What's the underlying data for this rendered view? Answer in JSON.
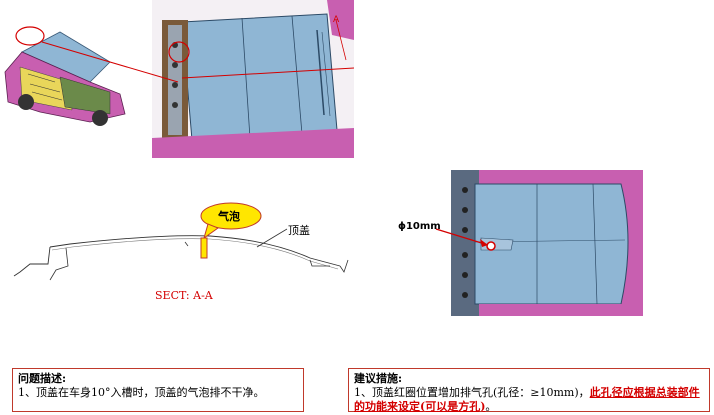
{
  "section_label": "SECT: A-A",
  "bubble_label": "气泡",
  "roof_label": "顶盖",
  "hole_label": "ϕ10mm",
  "problem": {
    "title": "问题描述:",
    "text": "1、顶盖在车身10°入槽时，顶盖的气泡排不干净。"
  },
  "suggestion": {
    "title": "建议措施:",
    "text_plain": "1、顶盖红圈位置增加排气孔(孔径：≥10mm)，",
    "text_emphasis": "此孔径应根据总装部件的功能来设定(可以是方孔)",
    "text_end": "。"
  },
  "colors": {
    "accent_red": "#d40000",
    "roof_blue": "#8fb6d4",
    "body_magenta": "#c85fb0",
    "bubble_yellow": "#ffe600"
  }
}
